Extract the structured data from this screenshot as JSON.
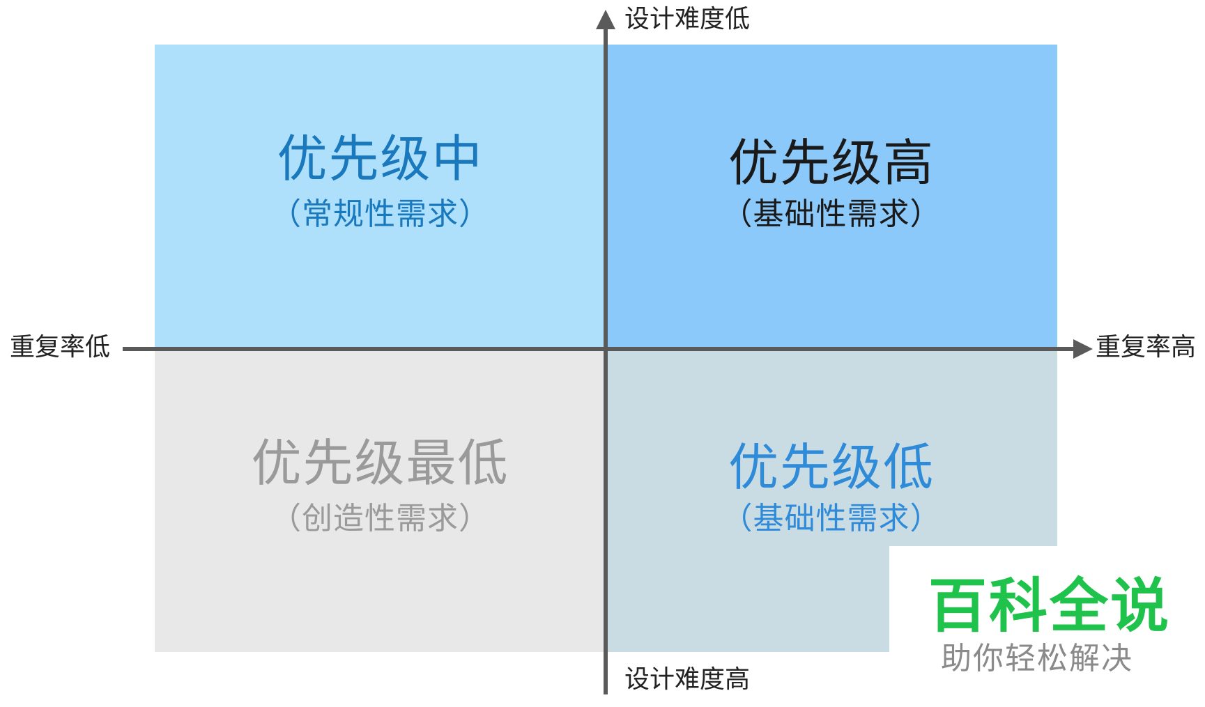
{
  "quadrants": {
    "top_left": {
      "title": "优先级中",
      "subtitle": "（常规性需求）",
      "bg": "#aee0fc",
      "text_color": "#1a78bd"
    },
    "top_right": {
      "title": "优先级高",
      "subtitle": "（基础性需求）",
      "bg": "#8cc9fb",
      "text_color": "#1a1a1a"
    },
    "bottom_left": {
      "title": "优先级最低",
      "subtitle": "（创造性需求）",
      "bg": "#e8e8e8",
      "text_color": "#9a9a9a"
    },
    "bottom_right": {
      "title": "优先级低",
      "subtitle": "（基础性需求）",
      "bg": "#c9dce3",
      "text_color": "#2f8ad8"
    }
  },
  "axes": {
    "top_label": "设计难度低",
    "bottom_label": "设计难度高",
    "left_label": "重复率低",
    "right_label": "重复率高",
    "color": "#5a5a5a"
  },
  "watermark": {
    "title": "百科全说",
    "subtitle": "助你轻松解决",
    "title_color": "#1fc24a",
    "subtitle_color": "#8a8a8a"
  }
}
